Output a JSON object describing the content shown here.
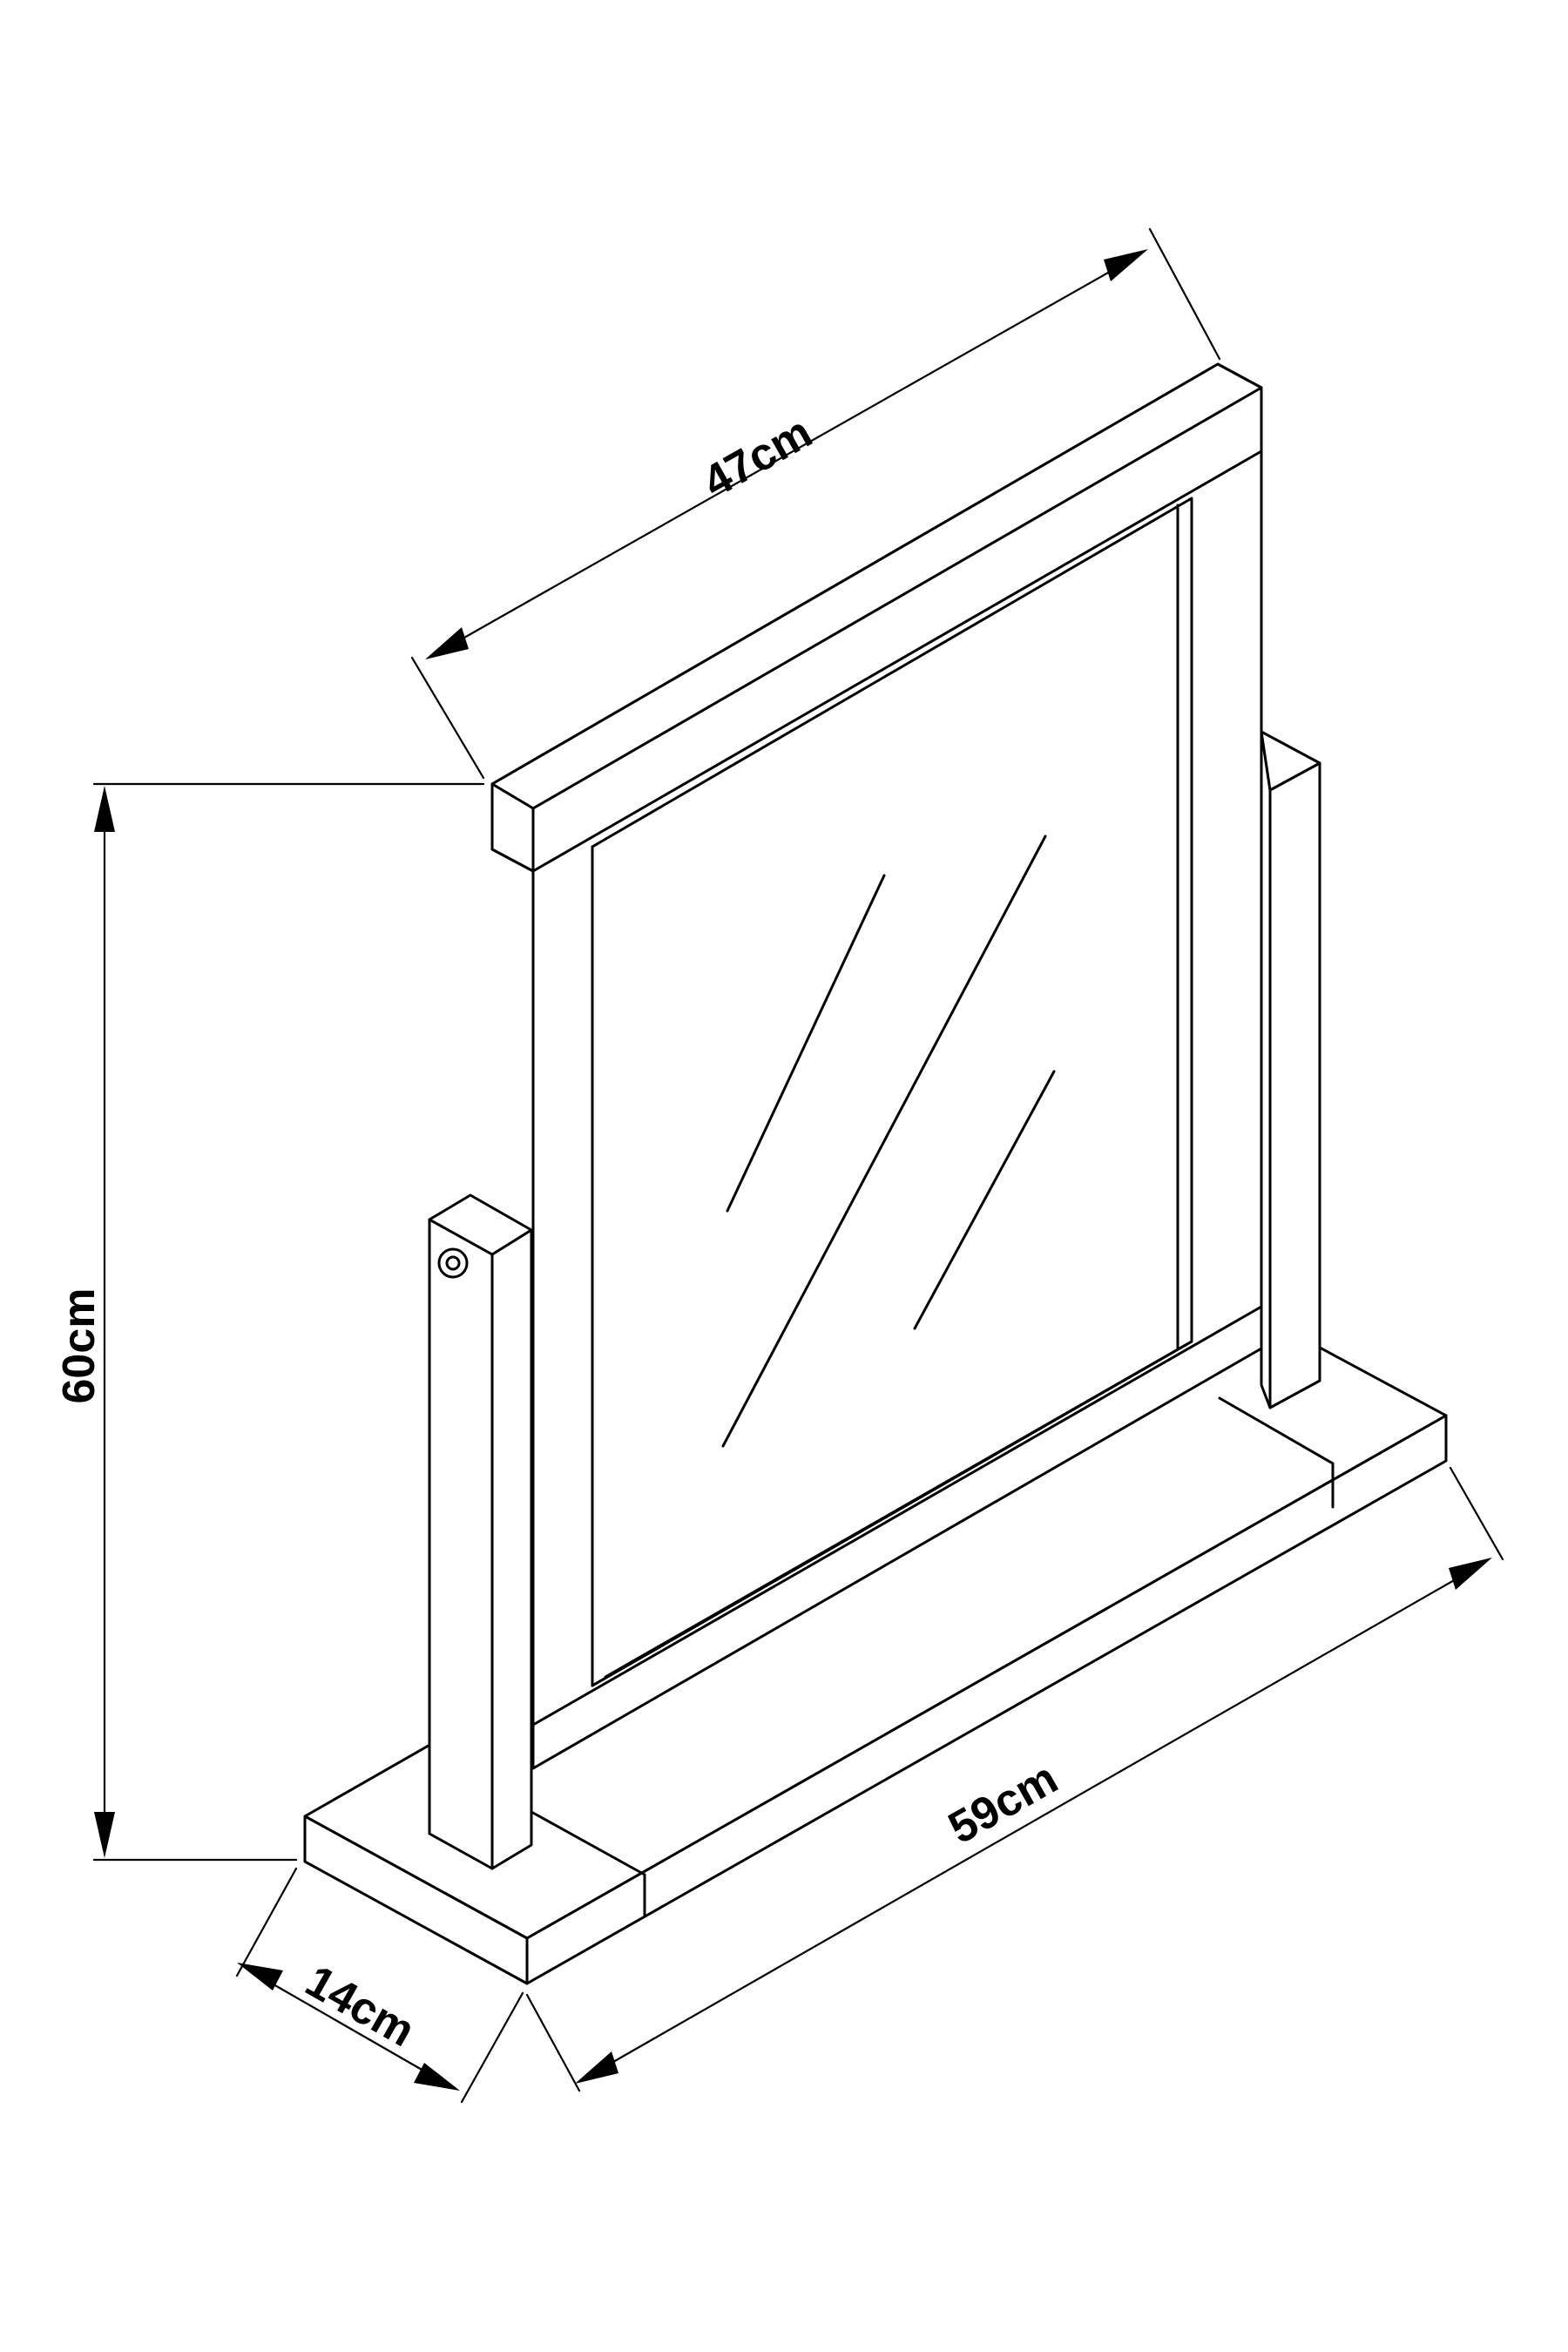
{
  "diagram": {
    "subject": "tabletop mirror on stand",
    "dimensions": {
      "width_frame": "47cm",
      "height": "60cm",
      "base_length": "59cm",
      "base_depth": "14cm"
    }
  }
}
